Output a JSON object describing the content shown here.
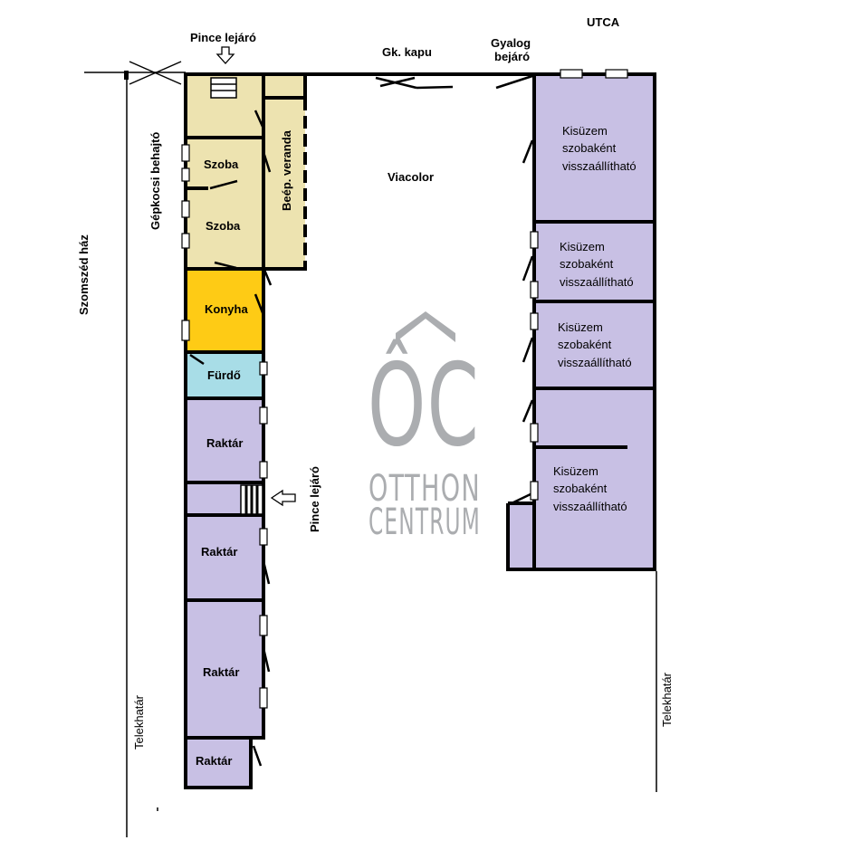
{
  "colors": {
    "beige": "#ede3b0",
    "yellow": "#fecb15",
    "blue": "#a8dde7",
    "lavender": "#c8c0e4",
    "watermark": "#a7a9ac"
  },
  "labels": {
    "pince_top": "Pince lejáró",
    "gk_kapu": "Gk. kapu",
    "gyalog_1": "Gyalog",
    "gyalog_2": "bejáró",
    "utca": "UTCA",
    "szomszed": "Szomszéd ház",
    "gepkocsi": "Gépkocsi behajtó",
    "viacolor": "Viacolor",
    "pince_side": "Pince lejáró",
    "telekhatar_left": "Telekhatár",
    "telekhatar_right": "Telekhatár"
  },
  "rooms": {
    "szoba1": "Szoba",
    "szoba2": "Szoba",
    "veranda": "Beép. veranda",
    "konyha": "Konyha",
    "furdo": "Fürdő",
    "raktar1": "Raktár",
    "raktar2": "Raktár",
    "raktar3": "Raktár",
    "raktar4": "Raktár"
  },
  "workshops": {
    "line1": "Kisüzem",
    "line2": "szobaként",
    "line3": "visszaállítható"
  },
  "watermark": {
    "logo": "ÔC",
    "line1": "OTTHON",
    "line2": "CENTRUM"
  }
}
